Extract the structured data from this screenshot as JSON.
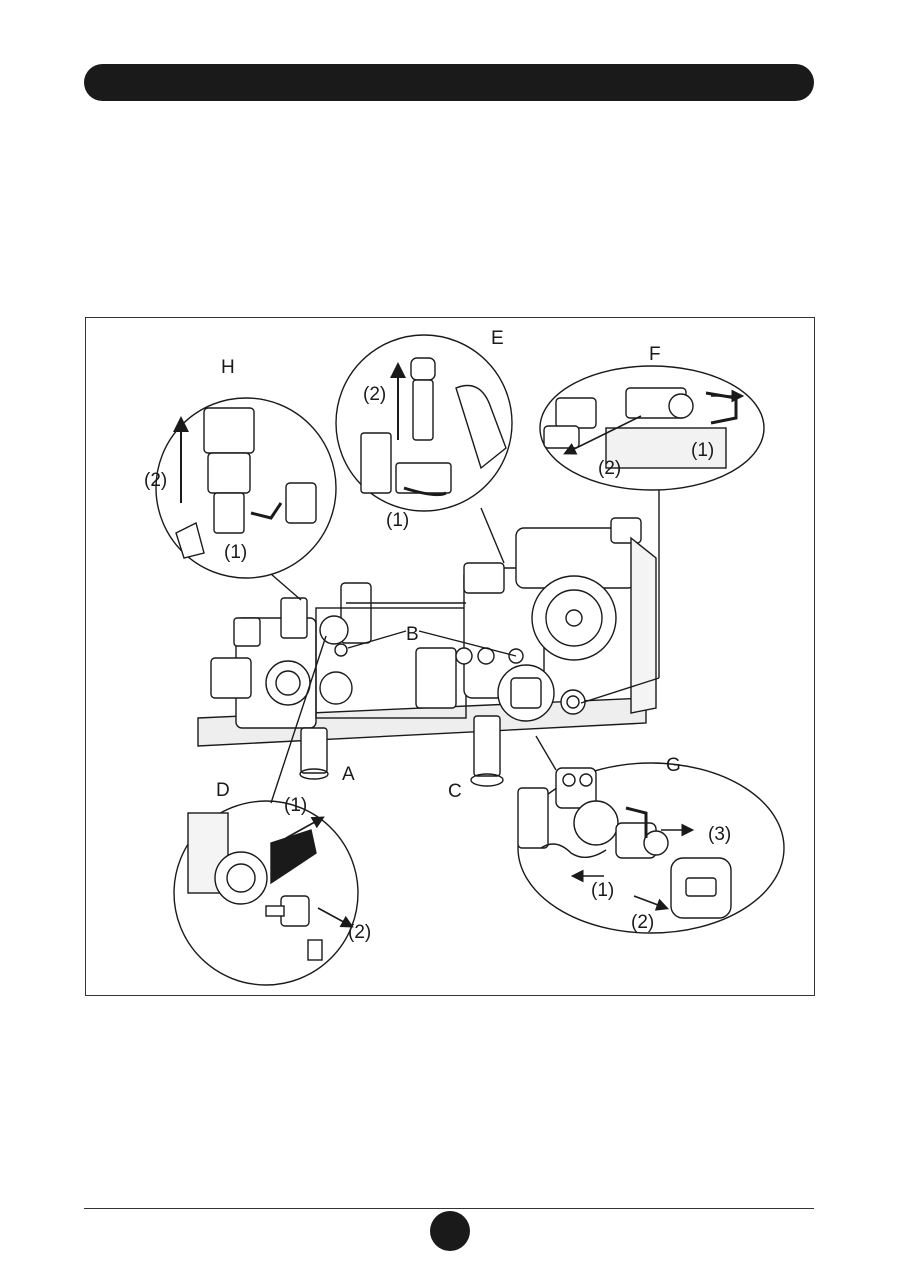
{
  "figure": {
    "labels": {
      "A": "A",
      "B": "B",
      "C": "C",
      "D": "D",
      "E": "E",
      "F": "F",
      "G": "G",
      "H": "H"
    },
    "steps": {
      "one": "(1)",
      "two": "(2)",
      "three": "(3)"
    }
  },
  "colors": {
    "ink": "#1a1a1a",
    "background": "#ffffff"
  }
}
